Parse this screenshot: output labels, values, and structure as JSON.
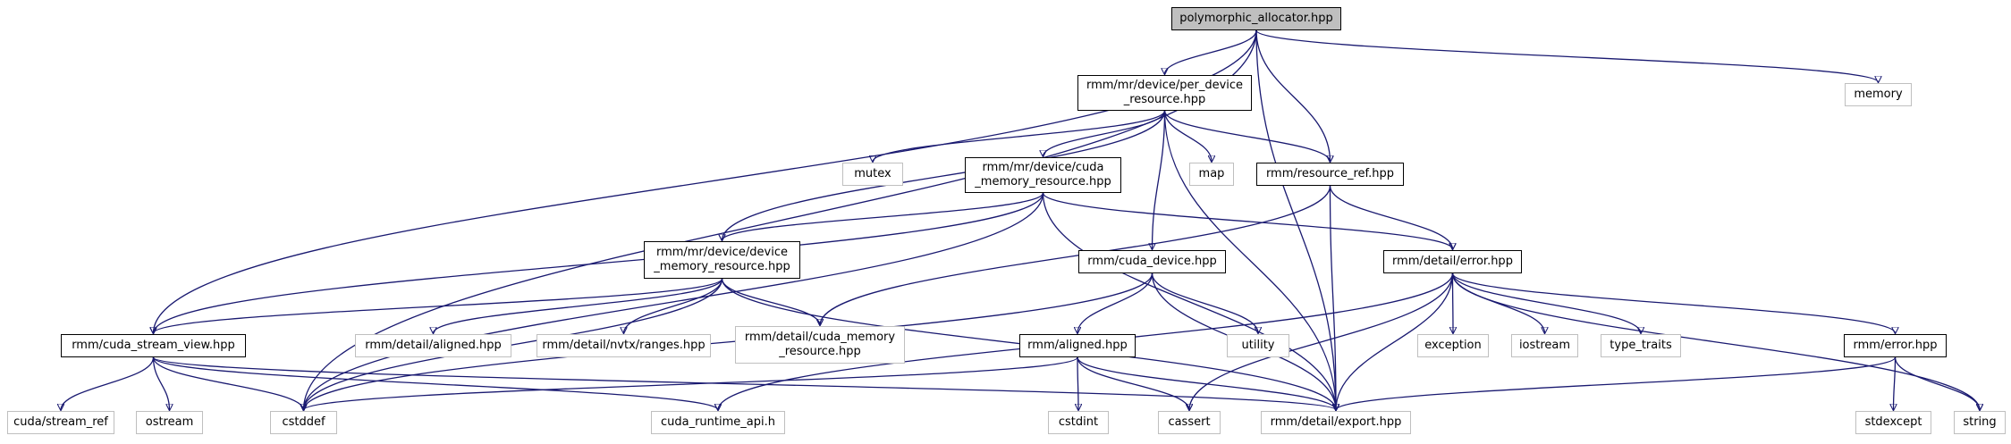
{
  "graph": {
    "colors": {
      "edge": "#191970",
      "root_fill": "#bfbfbf",
      "header_border": "#000000",
      "system_border": "#bfbfbf"
    },
    "nodes": [
      {
        "id": "polymorphic_allocator",
        "label": "polymorphic_allocator.hpp",
        "kind": "root"
      },
      {
        "id": "per_device_resource",
        "label": "rmm/mr/device/per_device\n_resource.hpp",
        "kind": "header"
      },
      {
        "id": "memory",
        "label": "memory",
        "kind": "system"
      },
      {
        "id": "mutex",
        "label": "mutex",
        "kind": "system"
      },
      {
        "id": "cuda_memory_resource",
        "label": "rmm/mr/device/cuda\n_memory_resource.hpp",
        "kind": "header"
      },
      {
        "id": "map",
        "label": "map",
        "kind": "system"
      },
      {
        "id": "resource_ref",
        "label": "rmm/resource_ref.hpp",
        "kind": "header"
      },
      {
        "id": "device_memory_resource",
        "label": "rmm/mr/device/device\n_memory_resource.hpp",
        "kind": "header"
      },
      {
        "id": "cuda_device",
        "label": "rmm/cuda_device.hpp",
        "kind": "header"
      },
      {
        "id": "detail_error",
        "label": "rmm/detail/error.hpp",
        "kind": "header"
      },
      {
        "id": "cuda_stream_view",
        "label": "rmm/cuda_stream_view.hpp",
        "kind": "header"
      },
      {
        "id": "detail_aligned",
        "label": "rmm/detail/aligned.hpp",
        "kind": "system"
      },
      {
        "id": "nvtx_ranges",
        "label": "rmm/detail/nvtx/ranges.hpp",
        "kind": "system"
      },
      {
        "id": "detail_cuda_memory_resource",
        "label": "rmm/detail/cuda_memory\n_resource.hpp",
        "kind": "system"
      },
      {
        "id": "utility",
        "label": "utility",
        "kind": "system"
      },
      {
        "id": "aligned",
        "label": "rmm/aligned.hpp",
        "kind": "header"
      },
      {
        "id": "exception",
        "label": "exception",
        "kind": "system"
      },
      {
        "id": "iostream",
        "label": "iostream",
        "kind": "system"
      },
      {
        "id": "type_traits",
        "label": "type_traits",
        "kind": "system"
      },
      {
        "id": "rmm_error",
        "label": "rmm/error.hpp",
        "kind": "header"
      },
      {
        "id": "stream_ref",
        "label": "cuda/stream_ref",
        "kind": "system"
      },
      {
        "id": "ostream",
        "label": "ostream",
        "kind": "system"
      },
      {
        "id": "cstddef",
        "label": "cstddef",
        "kind": "system"
      },
      {
        "id": "cuda_runtime_api",
        "label": "cuda_runtime_api.h",
        "kind": "system"
      },
      {
        "id": "cstdint",
        "label": "cstdint",
        "kind": "system"
      },
      {
        "id": "cassert",
        "label": "cassert",
        "kind": "system"
      },
      {
        "id": "detail_export",
        "label": "rmm/detail/export.hpp",
        "kind": "system"
      },
      {
        "id": "stdexcept",
        "label": "stdexcept",
        "kind": "system"
      },
      {
        "id": "string",
        "label": "string",
        "kind": "system"
      }
    ],
    "edges": [
      [
        "polymorphic_allocator",
        "per_device_resource"
      ],
      [
        "polymorphic_allocator",
        "memory"
      ],
      [
        "polymorphic_allocator",
        "resource_ref"
      ],
      [
        "polymorphic_allocator",
        "cuda_stream_view"
      ],
      [
        "polymorphic_allocator",
        "cstddef"
      ],
      [
        "polymorphic_allocator",
        "detail_export"
      ],
      [
        "per_device_resource",
        "mutex"
      ],
      [
        "per_device_resource",
        "cuda_memory_resource"
      ],
      [
        "per_device_resource",
        "map"
      ],
      [
        "per_device_resource",
        "resource_ref"
      ],
      [
        "per_device_resource",
        "device_memory_resource"
      ],
      [
        "per_device_resource",
        "cuda_device"
      ],
      [
        "per_device_resource",
        "detail_export"
      ],
      [
        "cuda_memory_resource",
        "device_memory_resource"
      ],
      [
        "cuda_memory_resource",
        "cuda_stream_view"
      ],
      [
        "cuda_memory_resource",
        "cstddef"
      ],
      [
        "cuda_memory_resource",
        "detail_error"
      ],
      [
        "cuda_memory_resource",
        "detail_export"
      ],
      [
        "resource_ref",
        "detail_cuda_memory_resource"
      ],
      [
        "resource_ref",
        "detail_error"
      ],
      [
        "resource_ref",
        "detail_export"
      ],
      [
        "device_memory_resource",
        "cuda_stream_view"
      ],
      [
        "device_memory_resource",
        "detail_aligned"
      ],
      [
        "device_memory_resource",
        "nvtx_ranges"
      ],
      [
        "device_memory_resource",
        "detail_cuda_memory_resource"
      ],
      [
        "device_memory_resource",
        "cstddef"
      ],
      [
        "device_memory_resource",
        "detail_export"
      ],
      [
        "cuda_device",
        "aligned"
      ],
      [
        "cuda_device",
        "utility"
      ],
      [
        "cuda_device",
        "cstddef"
      ],
      [
        "cuda_device",
        "detail_export"
      ],
      [
        "detail_error",
        "exception"
      ],
      [
        "detail_error",
        "iostream"
      ],
      [
        "detail_error",
        "type_traits"
      ],
      [
        "detail_error",
        "rmm_error"
      ],
      [
        "detail_error",
        "string"
      ],
      [
        "detail_error",
        "cassert"
      ],
      [
        "detail_error",
        "cuda_runtime_api"
      ],
      [
        "detail_error",
        "detail_export"
      ],
      [
        "cuda_stream_view",
        "stream_ref"
      ],
      [
        "cuda_stream_view",
        "ostream"
      ],
      [
        "cuda_stream_view",
        "cstddef"
      ],
      [
        "cuda_stream_view",
        "cuda_runtime_api"
      ],
      [
        "cuda_stream_view",
        "detail_export"
      ],
      [
        "aligned",
        "cstdint"
      ],
      [
        "aligned",
        "cassert"
      ],
      [
        "aligned",
        "cstddef"
      ],
      [
        "aligned",
        "detail_export"
      ],
      [
        "rmm_error",
        "stdexcept"
      ],
      [
        "rmm_error",
        "string"
      ],
      [
        "rmm_error",
        "detail_export"
      ]
    ]
  }
}
